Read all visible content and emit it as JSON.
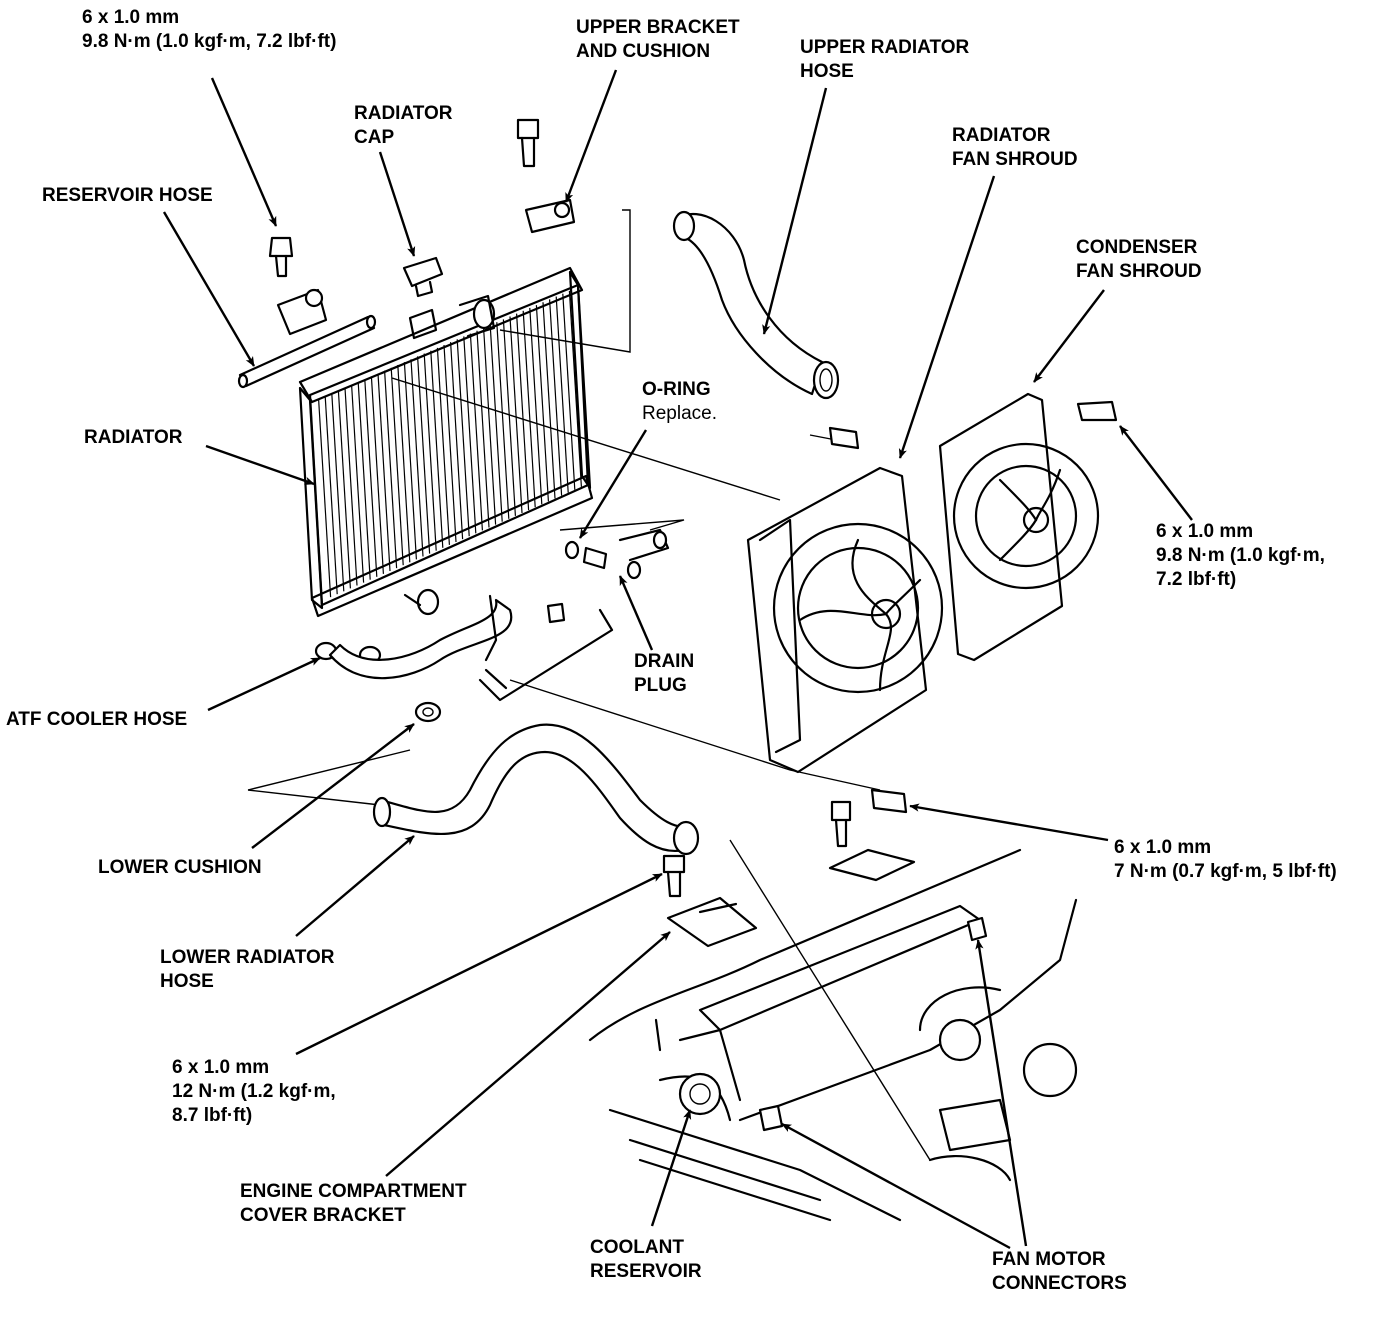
{
  "labels": {
    "bolt_top_left_size": "6 x 1.0 mm",
    "bolt_top_left_torque": "9.8 N·m (1.0 kgf·m, 7.2 lbf·ft)",
    "upper_bracket_1": "UPPER BRACKET",
    "upper_bracket_2": "AND CUSHION",
    "upper_radiator_hose_1": "UPPER RADIATOR",
    "upper_radiator_hose_2": "HOSE",
    "radiator_cap_1": "RADIATOR",
    "radiator_cap_2": "CAP",
    "radiator_fan_shroud_1": "RADIATOR",
    "radiator_fan_shroud_2": "FAN SHROUD",
    "reservoir_hose": "RESERVOIR HOSE",
    "condenser_fan_shroud_1": "CONDENSER",
    "condenser_fan_shroud_2": "FAN SHROUD",
    "o_ring_1": "O-RING",
    "o_ring_2": "Replace.",
    "radiator": "RADIATOR",
    "bolt_right_upper_size": "6 x 1.0 mm",
    "bolt_right_upper_torque_1": "9.8 N·m (1.0 kgf·m,",
    "bolt_right_upper_torque_2": "7.2 lbf·ft)",
    "drain_plug_1": "DRAIN",
    "drain_plug_2": "PLUG",
    "atf_cooler_hose": "ATF COOLER HOSE",
    "bolt_right_lower_size": "6 x 1.0 mm",
    "bolt_right_lower_torque": "7 N·m (0.7 kgf·m, 5 lbf·ft)",
    "lower_cushion": "LOWER CUSHION",
    "lower_radiator_hose_1": "LOWER RADIATOR",
    "lower_radiator_hose_2": "HOSE",
    "bolt_bottom_left_size": "6 x 1.0 mm",
    "bolt_bottom_left_torque_1": "12 N·m (1.2 kgf·m,",
    "bolt_bottom_left_torque_2": "8.7 lbf·ft)",
    "engine_cover_bracket_1": "ENGINE COMPARTMENT",
    "engine_cover_bracket_2": "COVER BRACKET",
    "coolant_reservoir_1": "COOLANT",
    "coolant_reservoir_2": "RESERVOIR",
    "fan_motor_connectors_1": "FAN MOTOR",
    "fan_motor_connectors_2": "CONNECTORS"
  }
}
